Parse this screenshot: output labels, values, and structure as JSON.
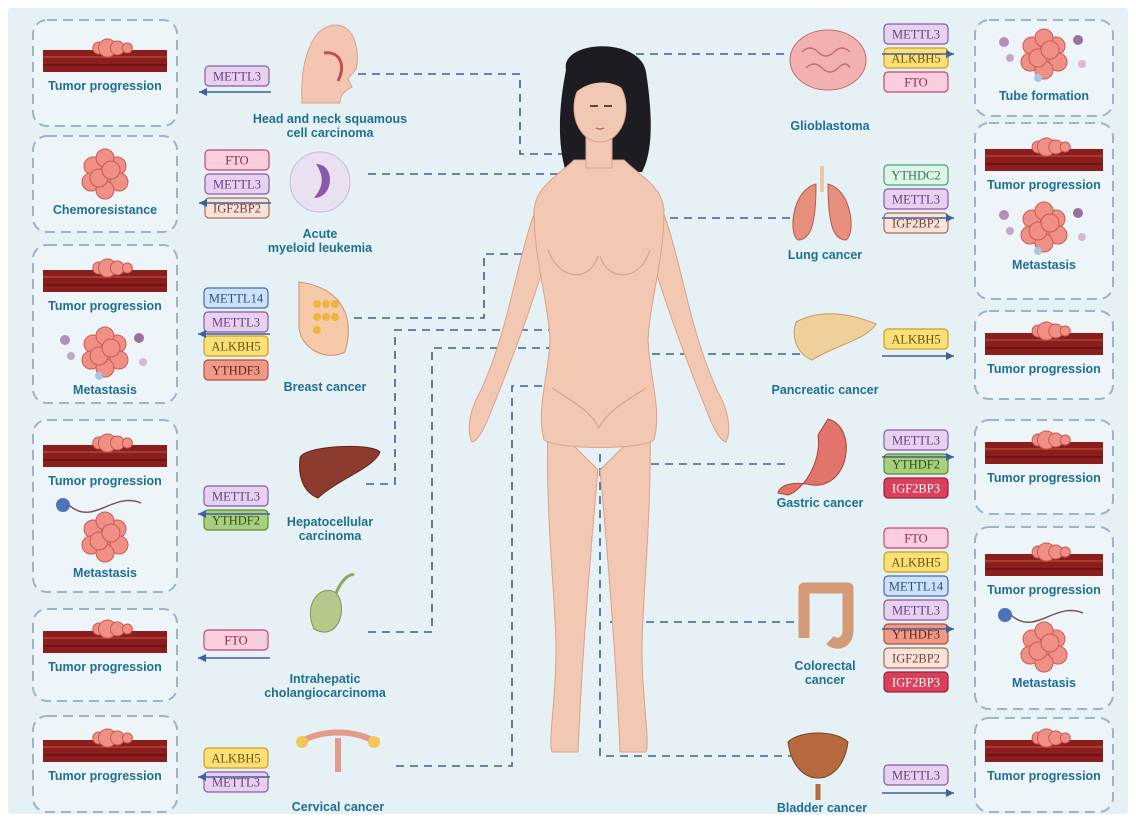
{
  "outcomes": {
    "tumor_progression": "Tumor progression",
    "metastasis": "Metastasis",
    "chemoresistance": "Chemoresistance",
    "tube_formation": "Tube formation"
  },
  "cancers": [
    {
      "name": "Head and neck squamous cell carcinoma",
      "label_lines": [
        "Head and neck squamous",
        "cell carcinoma"
      ],
      "regulators": [
        "METTL3"
      ],
      "outcomes": [
        "Tumor progression"
      ]
    },
    {
      "name": "Acute myeloid leukemia",
      "label_lines": [
        "Acute",
        "myeloid leukemia"
      ],
      "regulators": [
        "FTO",
        "METTL3",
        "IGF2BP2"
      ],
      "outcomes": [
        "Chemoresistance"
      ]
    },
    {
      "name": "Breast cancer",
      "label_lines": [
        "Breast cancer"
      ],
      "regulators": [
        "METTL14",
        "METTL3",
        "ALKBH5",
        "YTHDF3"
      ],
      "outcomes": [
        "Tumor progression",
        "Metastasis"
      ]
    },
    {
      "name": "Hepatocellular carcinoma",
      "label_lines": [
        "Hepatocellular",
        "carcinoma"
      ],
      "regulators": [
        "METTL3",
        "YTHDF2"
      ],
      "outcomes": [
        "Tumor progression",
        "Metastasis"
      ]
    },
    {
      "name": "Intrahepatic cholangiocarcinoma",
      "label_lines": [
        "Intrahepatic",
        "cholangiocarcinoma"
      ],
      "regulators": [
        "FTO"
      ],
      "outcomes": [
        "Tumor progression"
      ]
    },
    {
      "name": "Cervical cancer",
      "label_lines": [
        "Cervical cancer"
      ],
      "regulators": [
        "ALKBH5",
        "METTL3"
      ],
      "outcomes": [
        "Tumor progression"
      ]
    },
    {
      "name": "Glioblastoma",
      "label_lines": [
        "Glioblastoma"
      ],
      "regulators": [
        "METTL3",
        "ALKBH5",
        "FTO"
      ],
      "outcomes": [
        "Tube formation"
      ]
    },
    {
      "name": "Lung cancer",
      "label_lines": [
        "Lung cancer"
      ],
      "regulators": [
        "YTHDC2",
        "METTL3",
        "IGF2BP2"
      ],
      "outcomes": [
        "Tumor progression",
        "Metastasis"
      ]
    },
    {
      "name": "Pancreatic cancer",
      "label_lines": [
        "Pancreatic cancer"
      ],
      "regulators": [
        "ALKBH5"
      ],
      "outcomes": [
        "Tumor progression"
      ]
    },
    {
      "name": "Gastric cancer",
      "label_lines": [
        "Gastric cancer"
      ],
      "regulators": [
        "METTL3",
        "YTHDF2",
        "IGF2BP3"
      ],
      "outcomes": [
        "Tumor progression"
      ]
    },
    {
      "name": "Colorectal cancer",
      "label_lines": [
        "Colorectal",
        "cancer"
      ],
      "regulators": [
        "FTO",
        "ALKBH5",
        "METTL14",
        "METTL3",
        "YTHDF3",
        "IGF2BP2",
        "IGF2BP3"
      ],
      "outcomes": [
        "Tumor progression",
        "Metastasis"
      ]
    },
    {
      "name": "Bladder cancer",
      "label_lines": [
        "Bladder cancer"
      ],
      "regulators": [
        "METTL3"
      ],
      "outcomes": [
        "Tumor progression"
      ]
    }
  ],
  "regulator_colors": {
    "METTL3": {
      "fill": "#e6d2ee",
      "stroke": "#8a5aa8",
      "text": "#6a3d88"
    },
    "METTL14": {
      "fill": "#cfe0f7",
      "stroke": "#3b6fb5",
      "text": "#23508e"
    },
    "FTO": {
      "fill": "#f9cfdf",
      "stroke": "#c8436f",
      "text": "#9a2450"
    },
    "ALKBH5": {
      "fill": "#fbe07a",
      "stroke": "#c9a019",
      "text": "#6b5406"
    },
    "IGF2BP2": {
      "fill": "#f7e2dc",
      "stroke": "#a86a55",
      "text": "#7e3f2c"
    },
    "IGF2BP3": {
      "fill": "#d9405e",
      "stroke": "#a11e3b",
      "text": "#ffffff"
    },
    "YTHDF2": {
      "fill": "#a9cf7e",
      "stroke": "#5a8a2e",
      "text": "#2f4f10"
    },
    "YTHDF3": {
      "fill": "#ef9a88",
      "stroke": "#b8503a",
      "text": "#6f1f10"
    },
    "YTHDC2": {
      "fill": "#e0f4ea",
      "stroke": "#4aa27b",
      "text": "#2b7a57"
    }
  },
  "colors": {
    "background": "#e6f1f5",
    "label": "#1f6f95",
    "connector": "#3f5f8f",
    "panel_border": "#9db3c9",
    "tissue": "#8b1d1d",
    "tumor": "#f08f86",
    "skin": "#f3c8b3",
    "hair": "#1c1c22"
  }
}
